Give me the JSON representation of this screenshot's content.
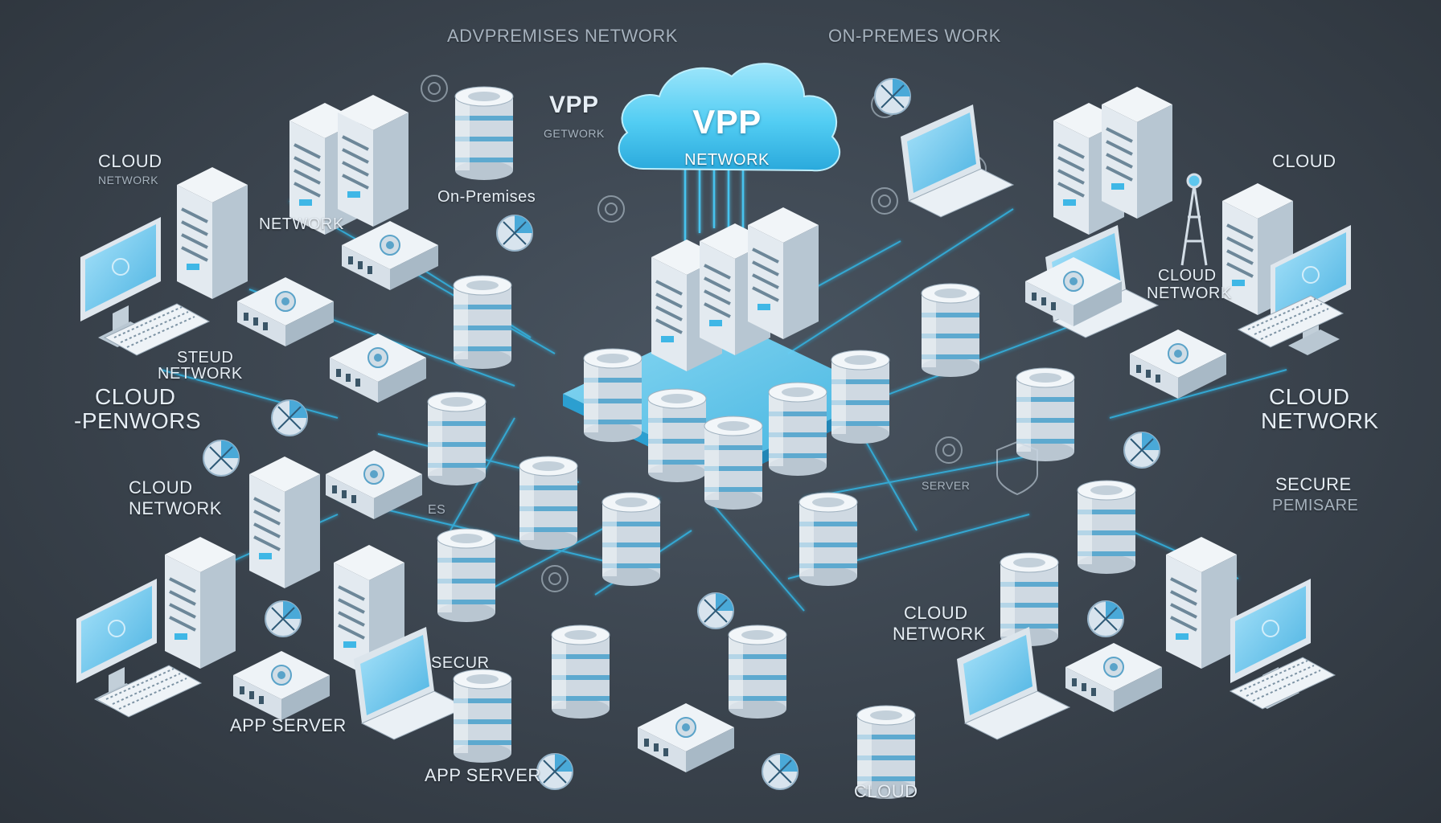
{
  "colors": {
    "background": "#3a434d",
    "accent": "#34c3ee",
    "cloud": "#5fd2f5",
    "device_light": "#e4ebf1",
    "screen": "#7fd0f3",
    "line": "#33b8e8"
  },
  "cloud": {
    "title": "VPP",
    "subtitle": "NETWORK"
  },
  "labels": {
    "top_left": "ADVPREMISES NETWORK",
    "top_right": "ON-PREMES WORK",
    "vpp_small": "VPP",
    "vpp_small_sub": "GETWORK",
    "on_premises": "On-Premises",
    "cloud_left_top": "CLOUD",
    "cloud_left_top_sub": "NETWORK",
    "network_left": "NETWORK",
    "steud_network_1": "STEUD",
    "steud_network_2": "NETWORK",
    "cloud_pewors_1": "CLOUD",
    "cloud_pewors_2": "-PENWORS",
    "cloud_network_left_1": "CLOUD",
    "cloud_network_left_2": "NETWORK",
    "app_server_1": "APP SERVER",
    "app_server_2": "APP SERVER",
    "secur": "SECUR",
    "cloud_bottom": "CLOUD",
    "cloud_network_center_1": "CLOUD",
    "cloud_network_center_2": "NETWORK",
    "cloud_right_top": "CLOUD",
    "cloud_network_right_1": "CLOUD",
    "cloud_network_right_2": "NETWORK",
    "cloud_network_big_1": "CLOUD",
    "cloud_network_big_2": "NETWORK",
    "secure_1": "SECURE",
    "secure_2": "PEMISARE",
    "server_small": "SERVER",
    "es": "ES"
  },
  "icons": [
    "cloud-icon",
    "server-rack-icon",
    "database-icon",
    "desktop-monitor-icon",
    "keyboard-icon",
    "laptop-icon",
    "router-icon",
    "network-switch-icon",
    "shield-icon",
    "radio-tower-icon",
    "circular-badge-icon"
  ]
}
